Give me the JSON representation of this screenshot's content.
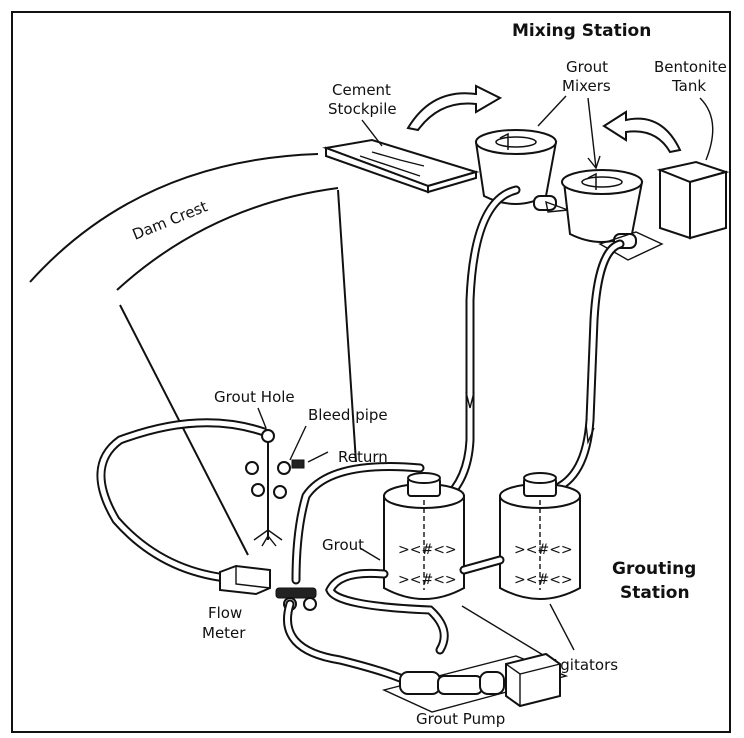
{
  "labels": {
    "mixing_station": "Mixing Station",
    "cement": [
      "Cement",
      "Stockpile"
    ],
    "grout_mixers": [
      "Grout",
      "Mixers"
    ],
    "bentonite": [
      "Bentonite",
      "Tank"
    ],
    "dam_crest": "Dam Crest",
    "grout_hole": "Grout Hole",
    "bleed_pipe": "Bleed pipe",
    "return": "Return",
    "grout": "Grout",
    "flow_meter": [
      "Flow",
      "Meter"
    ],
    "grouting_station": [
      "Grouting",
      "Station"
    ],
    "agitators": "Agitators",
    "grout_pump": "Grout Pump"
  }
}
